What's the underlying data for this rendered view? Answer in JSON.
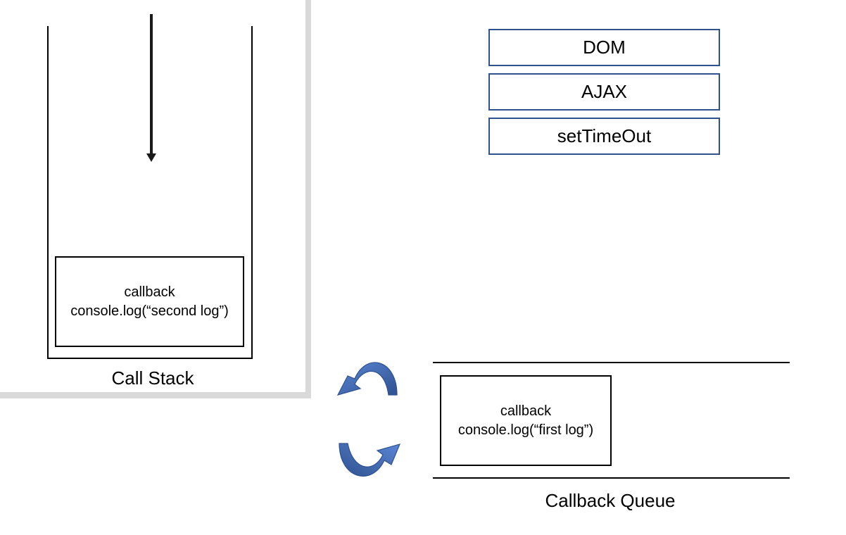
{
  "call_stack": {
    "label": "Call Stack",
    "frame": {
      "line1": "callback",
      "line2": "console.log(“second log”)"
    }
  },
  "web_apis": {
    "items": [
      {
        "label": "DOM"
      },
      {
        "label": "AJAX"
      },
      {
        "label": "setTimeOut"
      }
    ],
    "border_color": "#2f528f"
  },
  "callback_queue": {
    "label": "Callback Queue",
    "item": {
      "line1": "callback",
      "line2": "console.log(“first log”)"
    }
  },
  "event_loop": {
    "icon": "circular-arrows-icon",
    "color": "#4472c4"
  },
  "colors": {
    "frame_gray": "#d9d9d9",
    "arrow": "#1a1a1a"
  }
}
